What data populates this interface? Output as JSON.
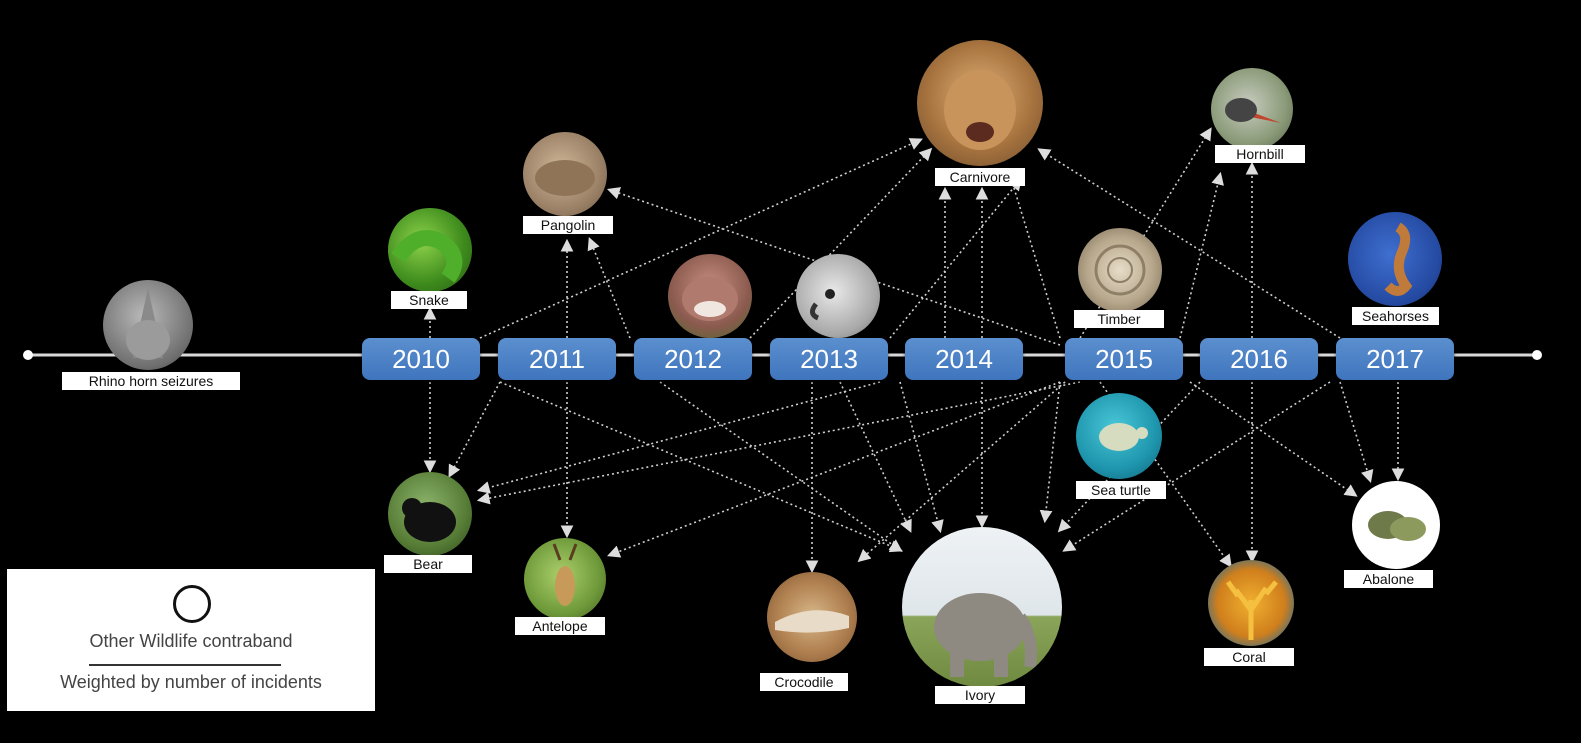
{
  "years": [
    "2010",
    "2011",
    "2012",
    "2013",
    "2014",
    "2015",
    "2016",
    "2017"
  ],
  "nodes": {
    "rhino": "Rhino horn seizures",
    "snake": "Snake",
    "pangolin": "Pangolin",
    "carnivore": "Carnivore",
    "hornbill": "Hornbill",
    "timber": "Timber",
    "seahorses": "Seahorses",
    "bear": "Bear",
    "antelope": "Antelope",
    "crocodile": "Crocodile",
    "ivory": "Ivory",
    "sea_turtle": "Sea turtle",
    "coral": "Coral",
    "abalone": "Abalone"
  },
  "legend": {
    "symbol_label": "Other Wildlife contraband",
    "weighting_note": "Weighted by number of incidents"
  }
}
